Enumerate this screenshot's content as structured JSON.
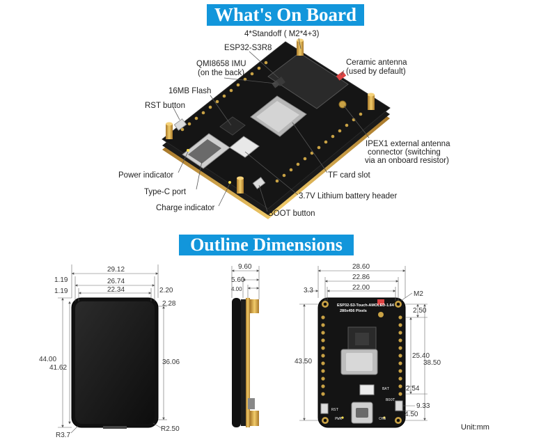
{
  "section1": {
    "title": "What's On Board"
  },
  "section2": {
    "title": "Outline Dimensions"
  },
  "callouts": {
    "standoff": "4*Standoff ( M2*4+3)",
    "esp32": "ESP32-S3R8",
    "imu_line1": "QMI8658 IMU",
    "imu_line2": "(on the back)",
    "antenna_line1": "Ceramic antenna",
    "antenna_line2": "(used by default)",
    "flash": "16MB Flash",
    "rst": "RST button",
    "ipex_line1": "IPEX1 external antenna",
    "ipex_line2": "connector (switching",
    "ipex_line3": "via an onboard resistor)",
    "power": "Power indicator",
    "tf": "TF card slot",
    "typec": "Type-C port",
    "battery": "3.7V Lithium battery header",
    "charge": "Charge indicator",
    "boot": "BOOT button"
  },
  "front_dims": {
    "w1": "29.12",
    "w2": "26.74",
    "w3": "22.34",
    "l1": "1.19",
    "l2": "1.19",
    "r1": "2.20",
    "r2": "2.28",
    "h1": "44.00",
    "h2": "41.62",
    "h3": "36.06",
    "r_bottom_left": "R3.7",
    "r_bottom_right": "R2.50"
  },
  "side_dims": {
    "t1": "9.60",
    "t2": "5.60",
    "t3": "4.00"
  },
  "back_dims": {
    "w1": "28.60",
    "w2": "22.86",
    "w3": "22.00",
    "left": "3.3",
    "hole": "M2",
    "d1": "2.50",
    "d2": "25.40",
    "d3": "38.50",
    "d4": "2.54",
    "d5": "9.33",
    "d6": "4.50",
    "h": "43.50"
  },
  "board_silk": {
    "name": "ESP32-S3-Touch-AMOLED-1.64",
    "res": "280x456 Pixels",
    "rst": "RST",
    "pwr": "PWR",
    "chg": "CHG",
    "boot": "BOOT",
    "bat": "BAT"
  },
  "unit": "Unit:mm"
}
